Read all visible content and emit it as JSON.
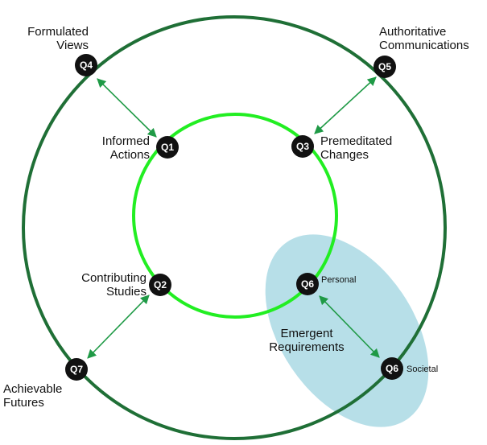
{
  "colors": {
    "outer_ring": "#1f6f36",
    "inner_ring": "#22ee22",
    "arrow": "#1f9a46",
    "ellipse": "#b7dfe8",
    "node_fill": "#111111",
    "node_text": "#ffffff"
  },
  "nodes": {
    "q1": "Q1",
    "q2": "Q2",
    "q3": "Q3",
    "q4": "Q4",
    "q5": "Q5",
    "q6_personal": "Q6",
    "q6_societal": "Q6",
    "q7": "Q7"
  },
  "labels": {
    "formulated_views": "Formulated\nViews",
    "authoritative_communications": "Authoritative\nCommunications",
    "informed_actions": "Informed\nActions",
    "premeditated_changes": "Premeditated\nChanges",
    "contributing_studies": "Contributing\nStudies",
    "achievable_futures": "Achievable\nFutures",
    "emergent_requirements": "Emergent\nRequirements",
    "personal": "Personal",
    "societal": "Societal"
  }
}
